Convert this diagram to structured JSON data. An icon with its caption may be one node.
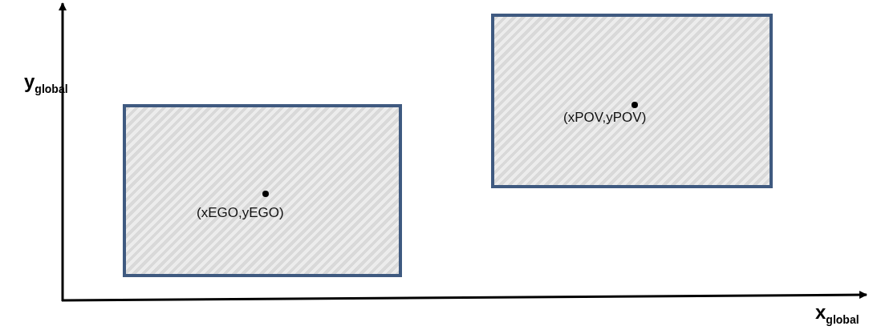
{
  "diagram": {
    "nodes": [
      {
        "text": [
          "(xEGO,yEGO)"
        ]
      },
      {
        "text": [
          "(xPOV,yPOV)"
        ]
      }
    ],
    "edges": [],
    "labels": [
      "y$_{global}$",
      "x$_{global}$"
    ]
  }
}
